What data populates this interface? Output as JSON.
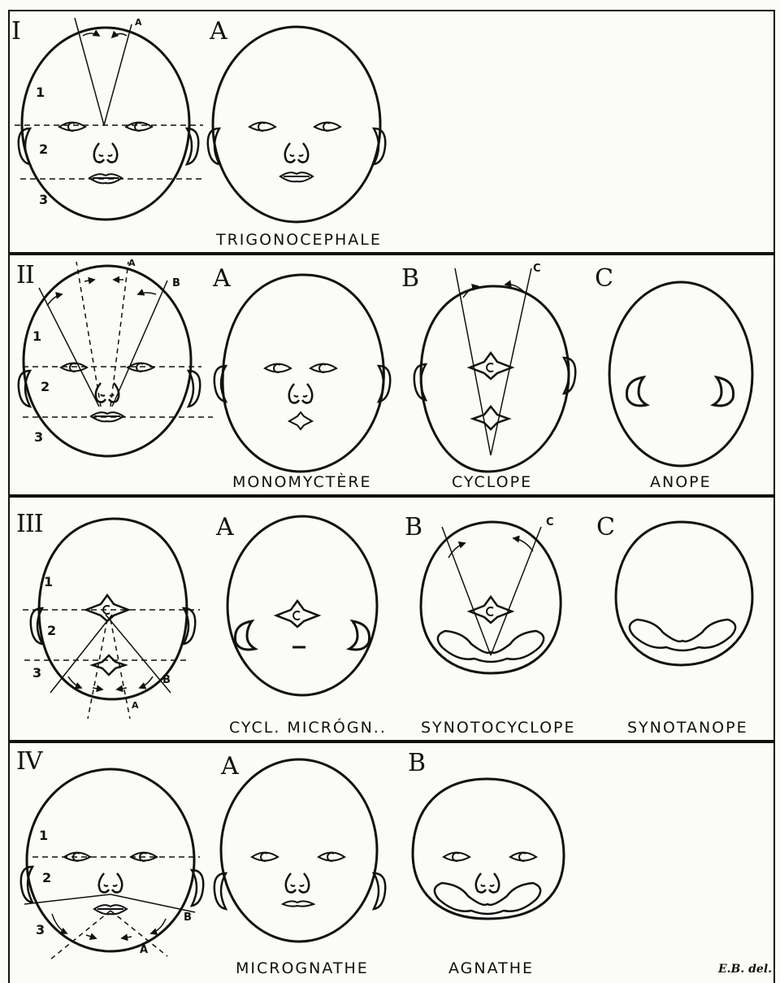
{
  "plate": {
    "panels": [
      {
        "numeral": "I",
        "zones": [
          "1",
          "2",
          "3"
        ],
        "axis_labels": [
          "A"
        ],
        "subfigures": [
          {
            "letter": "A",
            "caption": "Trigonocephale"
          }
        ]
      },
      {
        "numeral": "II",
        "zones": [
          "1",
          "2",
          "3"
        ],
        "axis_labels": [
          "A",
          "B"
        ],
        "subfigures": [
          {
            "letter": "A",
            "caption": "Monomyctère"
          },
          {
            "letter": "B",
            "caption": "Cyclope",
            "axis_label": "C"
          },
          {
            "letter": "C",
            "caption": "Anope"
          }
        ]
      },
      {
        "numeral": "III",
        "zones": [
          "1",
          "2",
          "3"
        ],
        "axis_labels": [
          "A",
          "B"
        ],
        "subfigures": [
          {
            "letter": "A",
            "caption": "Cycl. micrógn.."
          },
          {
            "letter": "B",
            "caption": "Synotocyclope",
            "axis_label": "C"
          },
          {
            "letter": "C",
            "caption": "Synotanope"
          }
        ]
      },
      {
        "numeral": "IV",
        "zones": [
          "1",
          "2",
          "3"
        ],
        "axis_labels": [
          "A",
          "B"
        ],
        "subfigures": [
          {
            "letter": "A",
            "caption": "Micrognathe"
          },
          {
            "letter": "B",
            "caption": "Agnathe"
          }
        ]
      }
    ],
    "signature": "E.B. del."
  }
}
